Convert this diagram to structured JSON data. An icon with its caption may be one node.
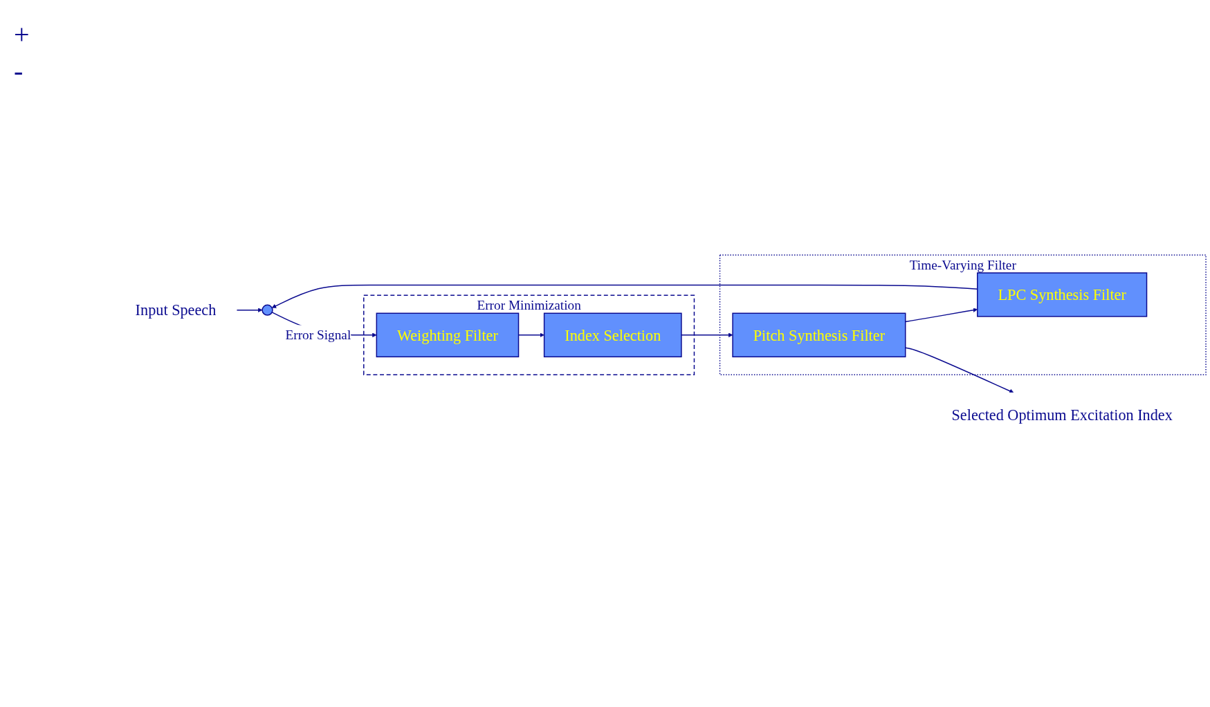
{
  "diagram": {
    "nodes": [
      {
        "text": [
          "Input Speech"
        ]
      },
      {
        "text": [],
        "shape": "circle"
      },
      {
        "text": [
          "Time-Varying Filter"
        ]
      },
      {
        "text": [
          "LPC Synthesis Filter"
        ],
        "in": 2
      },
      {
        "text": [
          "Pitch Synthesis Filter"
        ],
        "in": 2
      },
      {
        "text": [
          "Selected Optimum Excitation Index"
        ]
      },
      {
        "text": [
          "Error Minimization"
        ]
      },
      {
        "text": [
          "Weighting Filter"
        ],
        "in": 6
      },
      {
        "text": [
          "Index Selection"
        ],
        "in": 6
      }
    ],
    "edges": [
      {
        "from": 0,
        "to": 1,
        "arrow": "to"
      },
      {
        "from": 3,
        "to": 1,
        "arrow": "to"
      },
      {
        "from": 4,
        "to": 3,
        "arrow": "to"
      },
      {
        "from": 4,
        "to": 5,
        "arrow": "to"
      },
      {
        "from": 1,
        "to": 7,
        "arrow": "to",
        "label": "Error Signal"
      },
      {
        "from": 7,
        "to": 8,
        "arrow": "to"
      },
      {
        "from": 8,
        "to": 4,
        "arrow": "to"
      }
    ],
    "labels": [
      "+",
      "-"
    ]
  }
}
